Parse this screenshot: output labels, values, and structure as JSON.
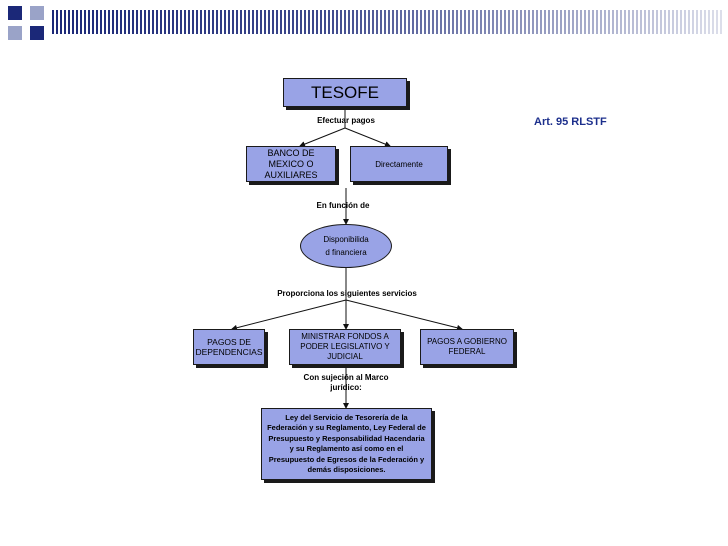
{
  "header": {
    "accent": "#1b2878",
    "square_color": "#1b2878",
    "square_light": "#9aa3c8"
  },
  "diagram": {
    "title_box": "TESOFE",
    "reference": "Art. 95 RLSTF",
    "edge_efectuar": "Efectuar pagos",
    "option_banco": "BANCO DE MEXICO O AUXILIARES",
    "option_directo": "Directamente",
    "edge_funcion": "En función de",
    "oval_disponibilidad": "Disponibilida d financiera",
    "edge_proporciona": "Proporciona los siguientes servicios",
    "service_pagos_dependencias": "PAGOS DE DEPENDENCIAS",
    "service_ministrar": "MINISTRAR FONDOS A PODER LEGISLATIVO Y JUDICIAL",
    "service_pagos_gobierno": "PAGOS A GOBIERNO FEDERAL",
    "edge_sujecion": "Con sujeción al Marco jurídico:",
    "legal_box": "Ley del Servicio de Tesorería de la Federación y su Reglamento, Ley Federal de Presupuesto y Responsabilidad Hacendaria y su Reglamento así como en el Presupuesto de Egresos de la Federación y demás disposiciones.",
    "box_fill": "#99a3e6",
    "ref_color": "#1c2f8c"
  }
}
